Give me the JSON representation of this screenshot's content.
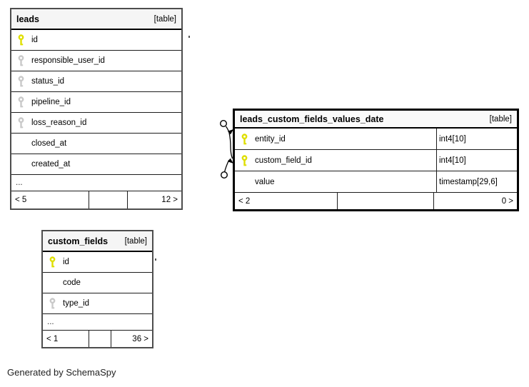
{
  "diagram": {
    "generated_by": "Generated by SchemaSpy",
    "colors": {
      "primary_key_icon": "#dfdf00",
      "index_key_icon": "#c9c9c9",
      "header_bg": "#f5f5f5",
      "table_border": "#4d4d4d",
      "focus_table_border": "#000000"
    }
  },
  "tables": [
    {
      "name": "leads",
      "badge": "[table]",
      "columns": [
        {
          "name": "id",
          "key": "primary"
        },
        {
          "name": "responsible_user_id",
          "key": "index"
        },
        {
          "name": "status_id",
          "key": "index"
        },
        {
          "name": "pipeline_id",
          "key": "index"
        },
        {
          "name": "loss_reason_id",
          "key": "index"
        },
        {
          "name": "closed_at",
          "key": "none"
        },
        {
          "name": "created_at",
          "key": "none"
        }
      ],
      "ellipsis": "...",
      "footer": {
        "left": "< 5",
        "middle": "",
        "right": "12 >"
      }
    },
    {
      "name": "leads_custom_fields_values_date",
      "badge": "[table]",
      "columns": [
        {
          "name": "entity_id",
          "type": "int4[10]",
          "key": "primary"
        },
        {
          "name": "custom_field_id",
          "type": "int4[10]",
          "key": "primary"
        },
        {
          "name": "value",
          "type": "timestamp[29,6]",
          "key": "none"
        }
      ],
      "footer": {
        "left": "< 2",
        "middle": "",
        "right": "0 >"
      }
    },
    {
      "name": "custom_fields",
      "badge": "[table]",
      "columns": [
        {
          "name": "id",
          "key": "primary"
        },
        {
          "name": "code",
          "key": "none"
        },
        {
          "name": "type_id",
          "key": "index"
        }
      ],
      "ellipsis": "...",
      "footer": {
        "left": "< 1",
        "middle": "",
        "right": "36 >"
      }
    }
  ]
}
